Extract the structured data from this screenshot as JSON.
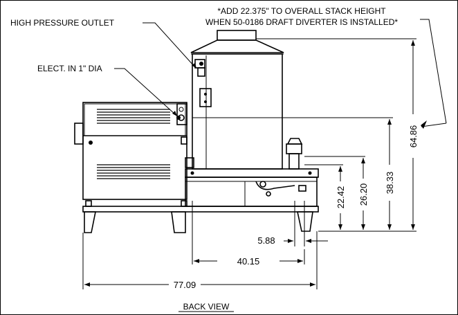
{
  "notes": {
    "stack_note_line1": "*ADD 22.375\" TO OVERALL STACK HEIGHT",
    "stack_note_line2": "WHEN 50-0186 DRAFT DIVERTER IS INSTALLED*"
  },
  "callouts": {
    "high_pressure_outlet": "HIGH PRESSURE OUTLET",
    "electrical_inlet": "ELECT. IN 1\" DIA"
  },
  "dimensions": {
    "overall_stack_height": "64.86",
    "height_38": "38.33",
    "height_26": "26.20",
    "height_22": "22.42",
    "offset_5": "5.88",
    "width_40": "40.15",
    "overall_width": "77.09"
  },
  "view_title": "BACK VIEW"
}
